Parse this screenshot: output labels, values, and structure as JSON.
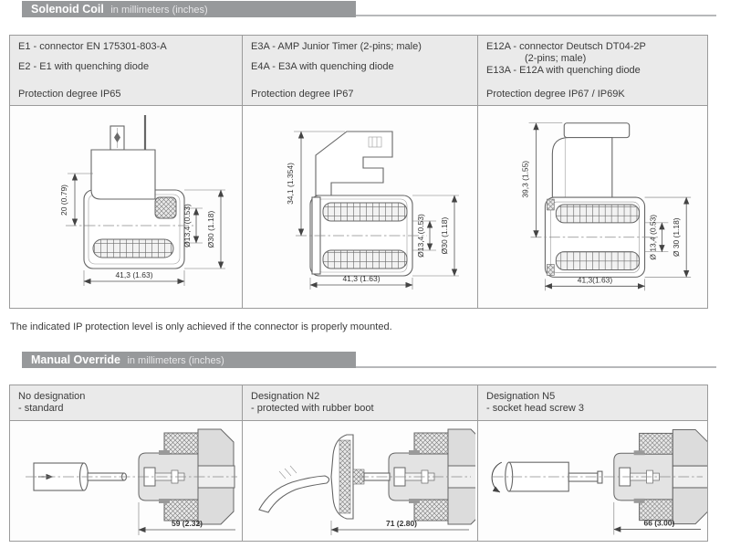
{
  "colors": {
    "section_bar": "#97999b",
    "section_rule": "#b7b8ba",
    "header_cell_bg": "#eaeaea",
    "table_border": "#9b9b9b",
    "text": "#3b3b3b",
    "drawing_stroke": "#666666"
  },
  "solenoid": {
    "header": {
      "title": "Solenoid Coil",
      "subtitle": "in millimeters (inches)"
    },
    "cells": [
      {
        "line1": "E1 - connector EN 175301-803-A",
        "line2": "E2 - E1 with quenching diode",
        "line3": "Protection degree IP65",
        "dims": {
          "height": "20 (0.79)",
          "width": "41,3 (1.63)",
          "inner_dia": "Ø13,4 (0.53)",
          "outer_dia": "Ø30 (1.18)"
        }
      },
      {
        "line1": "E3A - AMP Junior Timer (2-pins; male)",
        "line2": "E4A - E3A with quenching diode",
        "line3": "Protection degree IP67",
        "dims": {
          "height": "34,1 (1.354)",
          "width": "41,3 (1.63)",
          "inner_dia": "Ø13,4 (0.53)",
          "outer_dia": "Ø30 (1.18)"
        }
      },
      {
        "line1": "E12A - connector Deutsch DT04-2P",
        "line1b": "(2-pins; male)",
        "line2": "E13A - E12A with quenching diode",
        "line3": "Protection degree IP67 / IP69K",
        "dims": {
          "height": "39,3 (1.55)",
          "width": "41,3(1.63)",
          "inner_dia": "Ø 13,4 (0.53)",
          "outer_dia": "Ø 30 (1.18)"
        }
      }
    ]
  },
  "note": {
    "text": "The indicated IP protection level is only achieved if the connector is properly mounted."
  },
  "override": {
    "header": {
      "title": "Manual Override",
      "subtitle": "in millimeters (inches)"
    },
    "cells": [
      {
        "line1": "No designation",
        "line2": "- standard",
        "dim": "59 (2.32)"
      },
      {
        "line1": "Designation N2",
        "line2": "- protected with rubber boot",
        "dim": "71 (2.80)"
      },
      {
        "line1": "Designation N5",
        "line2": "- socket head screw 3",
        "dim": "66 (3.00)"
      }
    ]
  }
}
